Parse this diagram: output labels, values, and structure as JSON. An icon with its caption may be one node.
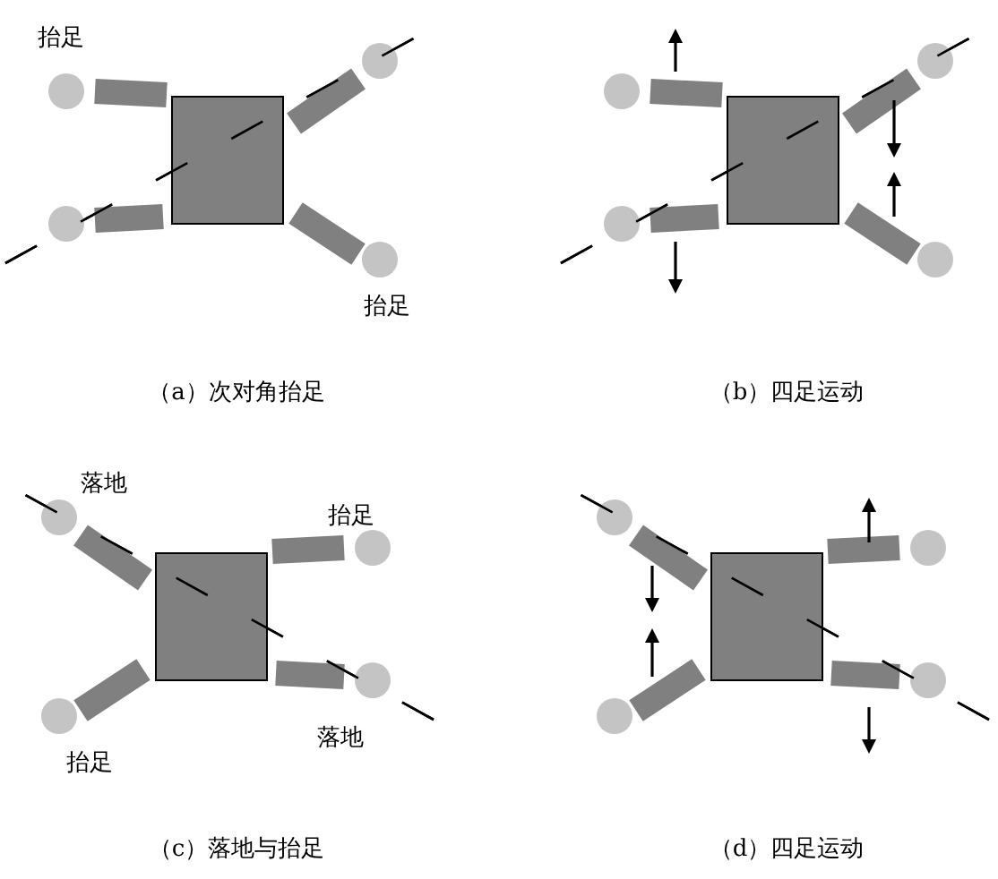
{
  "diagram": {
    "labels": [
      "抬足",
      "抬足",
      "（a）次对角抬足",
      "（b）四足运动",
      "落地",
      "抬足",
      "抬足",
      "落地",
      "（c）落地与抬足",
      "（d）四足运动"
    ]
  }
}
